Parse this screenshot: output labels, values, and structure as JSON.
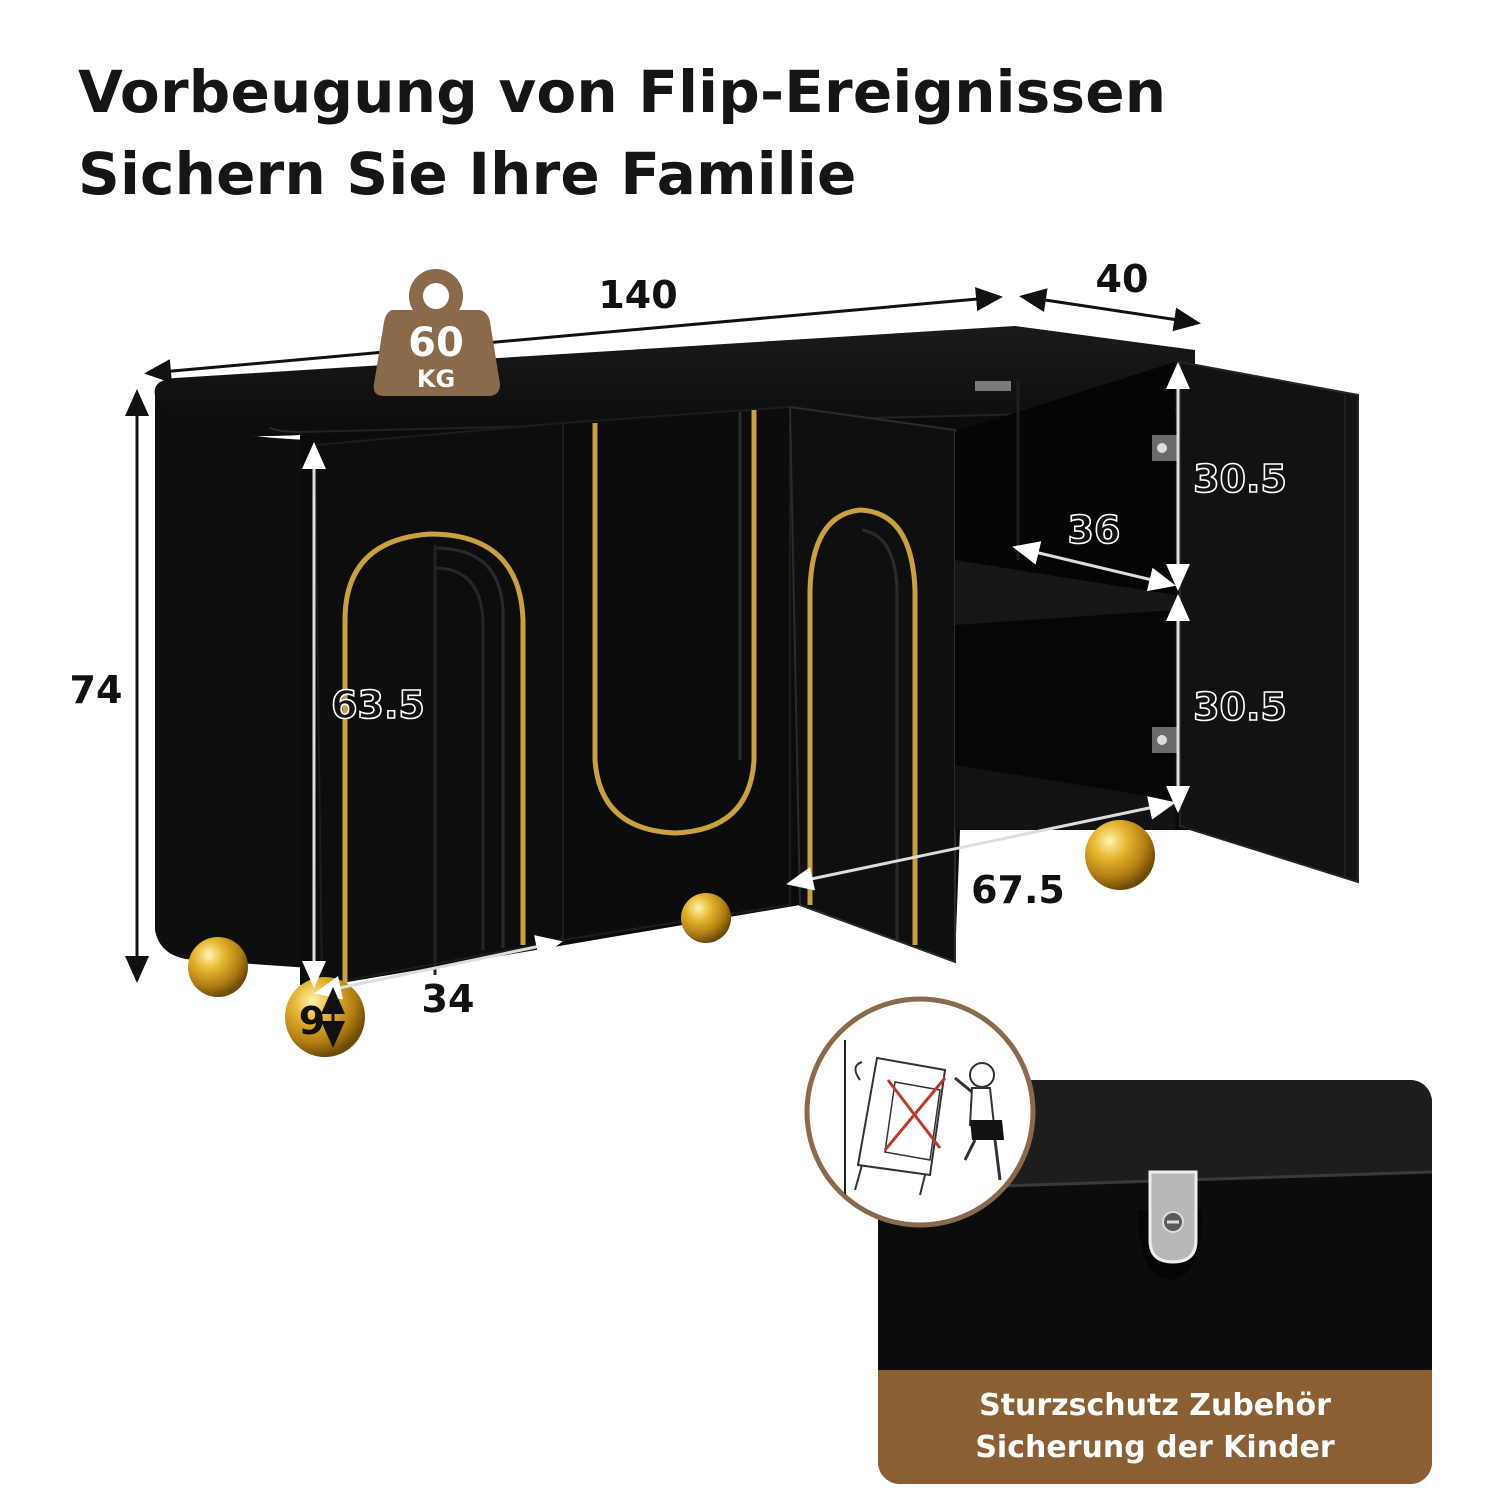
{
  "headline": {
    "line1": "Vorbeugung von Flip-Ereignissen",
    "line2": "Sichern Sie Ihre Familie"
  },
  "weight_badge": {
    "value": "60",
    "unit": "KG",
    "color": "#8a6a4a",
    "icon": "weight-icon"
  },
  "dimensions": {
    "width": "140",
    "depth": "40",
    "height": "74",
    "door_height": "63.5",
    "door_width": "34",
    "foot_height": "9",
    "interior_width": "67.5",
    "shelf_depth": "36",
    "compartment_top": "30.5",
    "compartment_bottom": "30.5"
  },
  "inset": {
    "caption_line1": "Sturzschutz Zubehör",
    "caption_line2": "Sicherung der Kinder",
    "caption_color": "#8a5f33"
  },
  "colors": {
    "cabinet": "#0d0d0d",
    "gold_trim": "#c9a13d",
    "accent": "#8a5f33"
  }
}
